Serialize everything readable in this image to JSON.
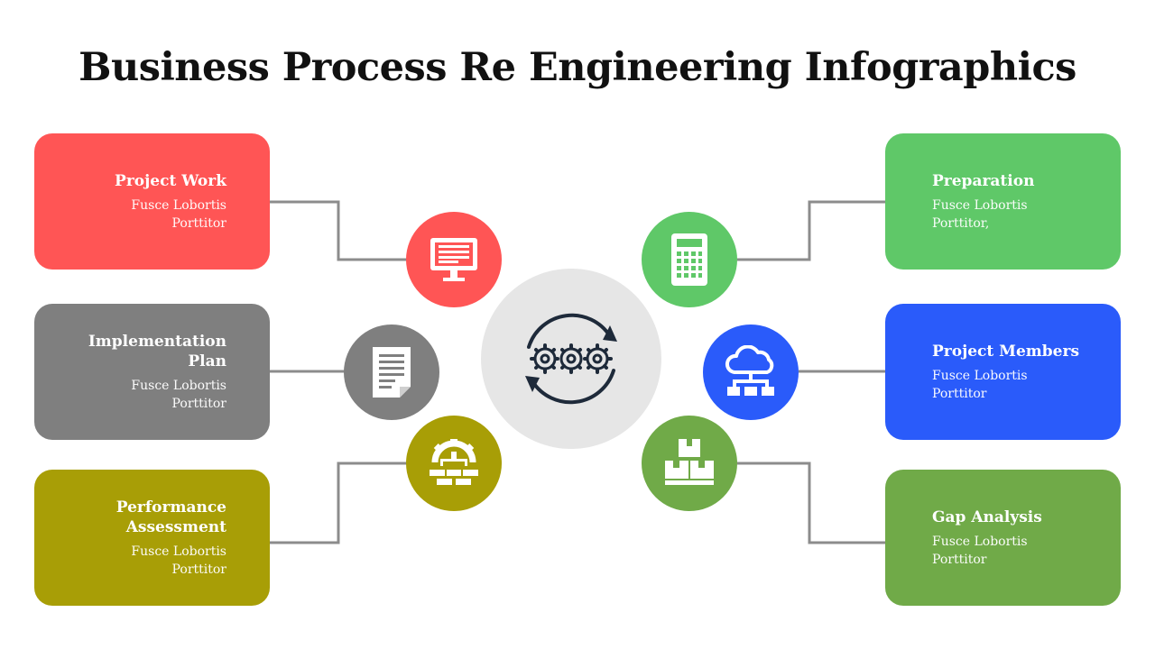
{
  "title": "Business Process Re Engineering Infographics",
  "colors": {
    "red": "#FF5555",
    "gray": "#7F7F7F",
    "olive": "#A89E06",
    "light_green": "#5FC868",
    "blue": "#2A5BFA",
    "green": "#70AA48",
    "center": "#E6E6E6",
    "connector": "#8C8C8C"
  },
  "cards": [
    {
      "title": "Project Work",
      "text": "Fusce Lobortis\nPorttitor",
      "icon": "computer-monitor-icon"
    },
    {
      "title": "Implementation\nPlan",
      "text": "Fusce Lobortis\nPorttitor",
      "icon": "document-icon"
    },
    {
      "title": "Performance\nAssessment",
      "text": "Fusce Lobortis\nPorttitor",
      "icon": "gear-network-icon"
    },
    {
      "title": "Preparation",
      "text": "Fusce Lobortis\nPorttitor,",
      "icon": "calculator-icon"
    },
    {
      "title": "Project Members",
      "text": "Fusce Lobortis\nPorttitor",
      "icon": "cloud-network-icon"
    },
    {
      "title": "Gap Analysis",
      "text": "Fusce Lobortis\nPorttitor",
      "icon": "boxes-icon"
    }
  ],
  "center_icon": "gears-cycle-icon"
}
